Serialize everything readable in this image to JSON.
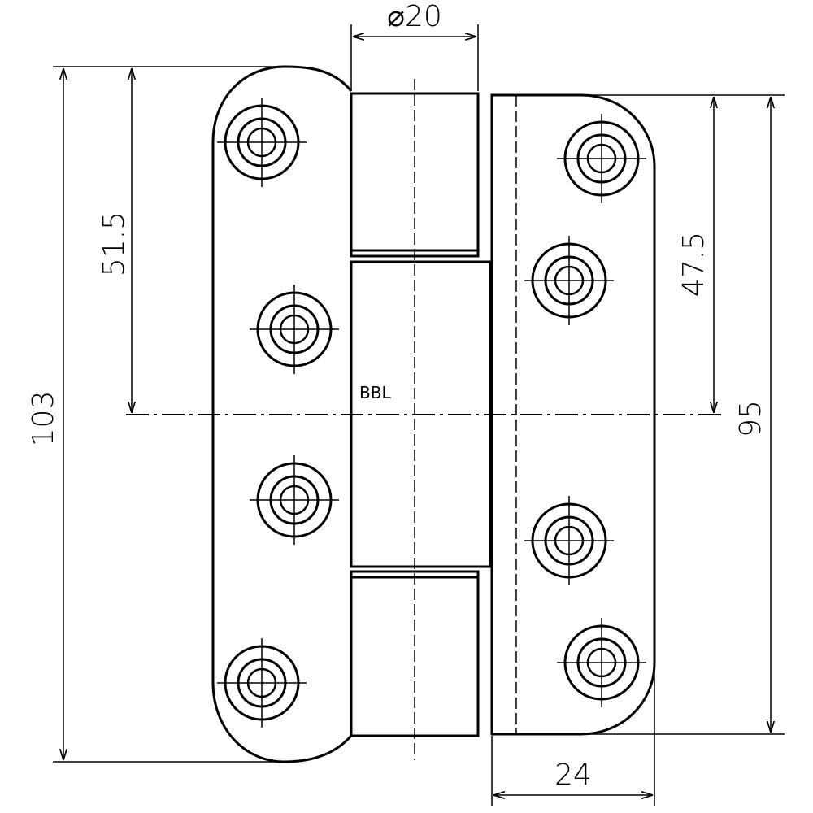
{
  "drawing": {
    "label": "BBL",
    "dimensions": {
      "overall_height": "103",
      "upper_to_center": "51.5",
      "knuckle_diameter": "⌀20",
      "right_upper_to_center": "47.5",
      "right_height": "95",
      "right_width": "24"
    }
  }
}
